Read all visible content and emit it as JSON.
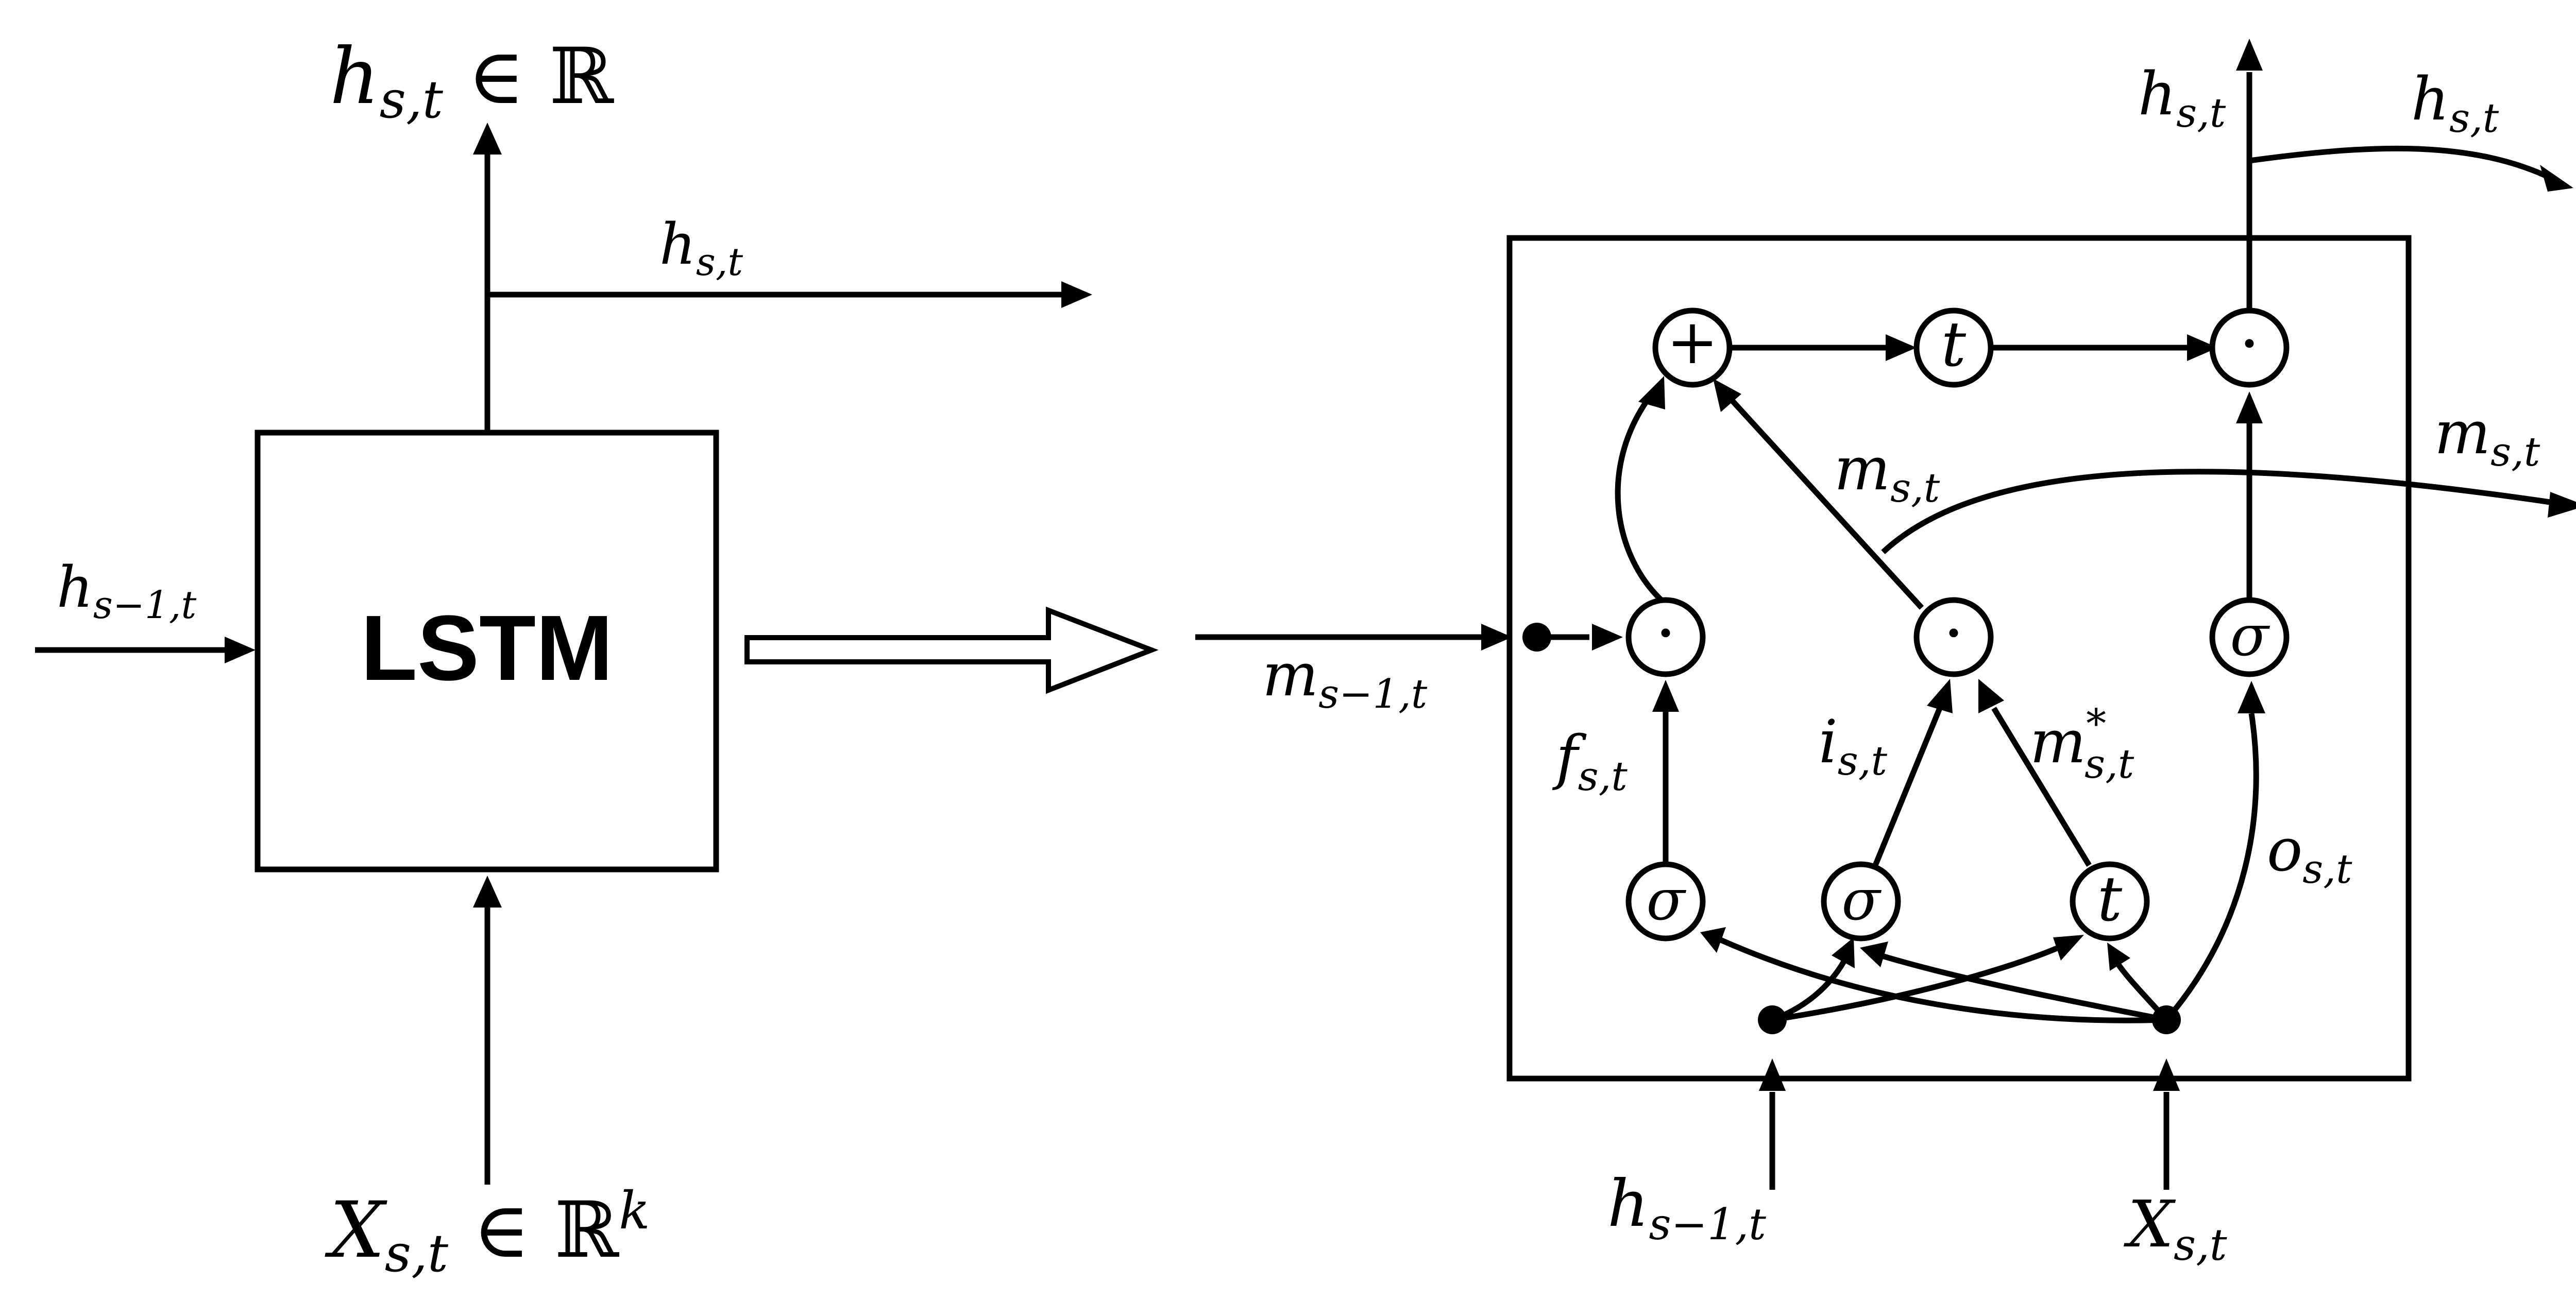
{
  "left_block": {
    "title": "LSTM",
    "output_top": {
      "main": "h",
      "sub": "s,t",
      "rest": " ∈ ℝ"
    },
    "output_right": {
      "main": "h",
      "sub": "s,t"
    },
    "input_left": {
      "main": "h",
      "sub": "s−1,t"
    },
    "input_bottom": {
      "main": "X",
      "sub": "s,t",
      "rest": " ∈ ℝ",
      "sup": "k"
    }
  },
  "cell": {
    "nodes": {
      "sum": "+",
      "tanh_top": "t",
      "out_mult": "⋅",
      "forget_mult": "⋅",
      "input_mult": "⋅",
      "out_sigma": "σ",
      "f_sigma": "σ",
      "i_sigma": "σ",
      "tanh_bottom": "t"
    },
    "labels": {
      "h_out_top": {
        "main": "h",
        "sub": "s,t"
      },
      "h_out_right": {
        "main": "h",
        "sub": "s,t"
      },
      "m_out": {
        "main": "m",
        "sub": "s,t"
      },
      "m_mid": {
        "main": "m",
        "sub": "s,t"
      },
      "m_prev": {
        "main": "m",
        "sub": "s−1,t"
      },
      "f": {
        "main": "f",
        "sub": "s,t"
      },
      "i": {
        "main": "i",
        "sub": "s,t"
      },
      "m_star": {
        "main": "m",
        "sub": "s,t",
        "sup": "*"
      },
      "o": {
        "main": "o",
        "sub": "s,t"
      },
      "h_prev_in": {
        "main": "h",
        "sub": "s−1,t"
      },
      "x_in": {
        "main": "X",
        "sub": "s,t"
      }
    }
  }
}
